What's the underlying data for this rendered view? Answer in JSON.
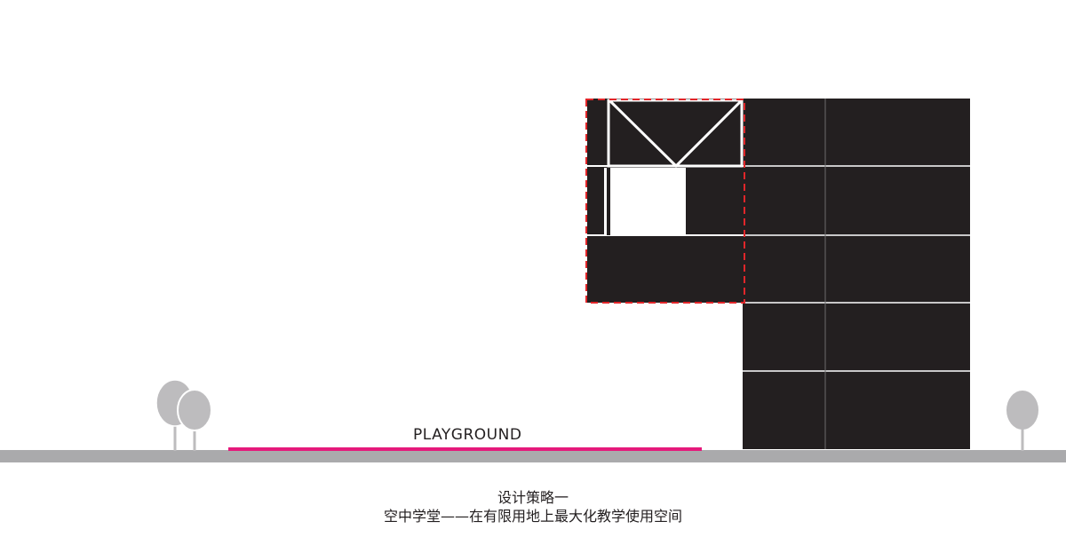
{
  "diagram": {
    "playground_label": "PLAYGROUND",
    "caption_title": "设计策略一",
    "caption_subtitle": "空中学堂——在有限用地上最大化教学使用空间"
  },
  "colors": {
    "building": "#231f20",
    "ground": "#aaaaac",
    "playground_line": "#e5197b",
    "tree": "#bdbcbe",
    "highlight_dash": "#e1262a",
    "background": "#ffffff"
  }
}
